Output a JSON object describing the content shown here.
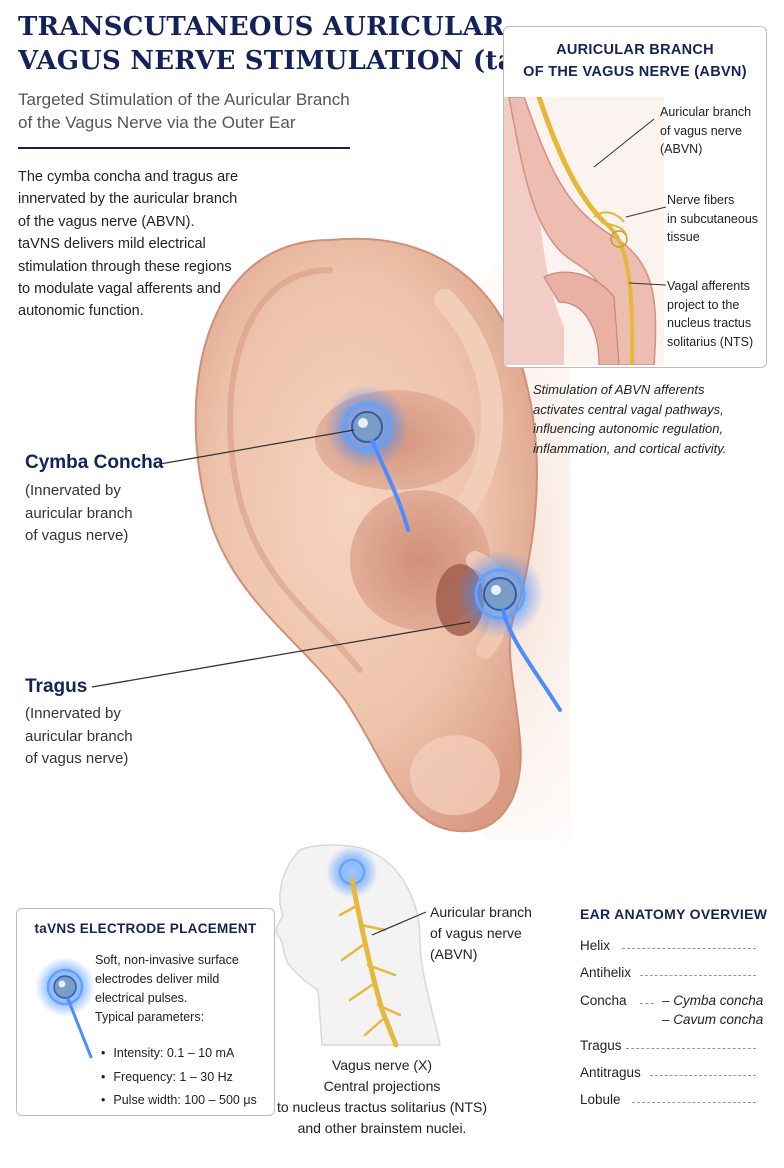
{
  "title": {
    "line1": "TRANSCUTANEOUS AURICULAR",
    "line2": "VAGUS NERVE STIMULATION (taVNS)"
  },
  "subtitle": {
    "line1": "Targeted Stimulation of the Auricular Branch",
    "line2": "of the Vagus Nerve via the Outer Ear"
  },
  "intro": [
    "The cymba concha and tragus are",
    "innervated by the auricular branch",
    "of the vagus nerve (ABVN).",
    "taVNS delivers mild electrical",
    "stimulation through these regions",
    "to modulate vagal afferents and",
    "autonomic function."
  ],
  "sites": {
    "cymba": {
      "title": "Cymba Concha",
      "desc": [
        "(Innervated by",
        "auricular branch",
        "of vagus nerve)"
      ]
    },
    "tragus": {
      "title": "Tragus",
      "desc": [
        "(Innervated by",
        "auricular branch",
        "of vagus nerve)"
      ]
    }
  },
  "abvn_inset": {
    "title_line1": "AURICULAR BRANCH",
    "title_line2": "OF THE VAGUS NERVE (ABVN)",
    "callout1": [
      "Auricular branch",
      "of vagus nerve",
      "(ABVN)"
    ],
    "callout2": [
      "Nerve fibers",
      "in subcutaneous",
      "tissue"
    ],
    "callout3": [
      "Vagal afferents",
      "project to the",
      "nucleus tractus",
      "solitarius (NTS)"
    ]
  },
  "stimulation_note": [
    "Stimulation of ABVN afferents",
    "activates central vagal pathways,",
    "influencing autonomic regulation,",
    "inflammation, and cortical activity."
  ],
  "placement": {
    "title": "taVNS ELECTRODE PLACEMENT",
    "desc": [
      "Soft, non-invasive surface",
      "electrodes deliver mild",
      "electrical pulses.",
      "Typical parameters:"
    ],
    "params": [
      "Intensity: 0.1 – 10 mA",
      "Frequency: 1 – 30 Hz",
      "Pulse width: 100 – 500 μs"
    ]
  },
  "neck": {
    "callout": [
      "Auricular branch",
      "of vagus nerve",
      "(ABVN)"
    ],
    "caption": [
      "Vagus nerve (X)",
      "Central projections",
      "to nucleus tractus solitarius (NTS)",
      "and other brainstem nuclei."
    ]
  },
  "anatomy": {
    "title": "EAR ANATOMY OVERVIEW",
    "items": [
      "Helix",
      "Antihelix",
      "Concha",
      "Tragus",
      "Antitragus",
      "Lobule"
    ],
    "concha_subparts": [
      "– Cymba concha",
      "– Cavum concha"
    ]
  },
  "colors": {
    "heading": "#13235a",
    "electrode_glow": "#3f8dff",
    "skin": "#eec3ab",
    "nerve": "#e8b83c"
  },
  "icons": [
    "electrode-icon",
    "nerve-icon",
    "ear-illustration",
    "head-silhouette"
  ]
}
